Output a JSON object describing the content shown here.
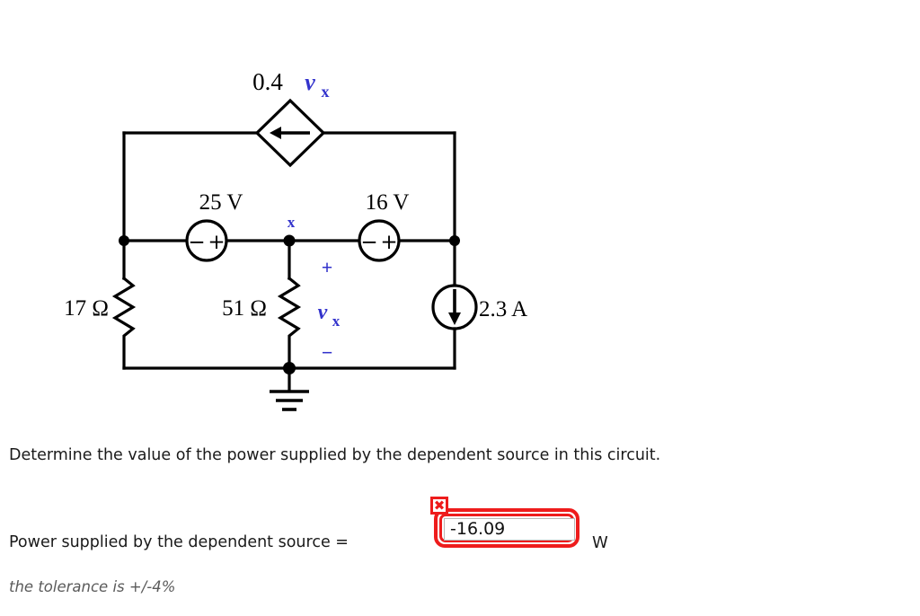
{
  "circuit": {
    "dependent_source": {
      "label_coef": "0.4",
      "label_var": "v",
      "label_sub": "x",
      "arrow_direction": "left"
    },
    "voltage_sources": [
      {
        "name": "left-voltage-source",
        "label": "25  V",
        "polarity_left": "−",
        "polarity_right": "+"
      },
      {
        "name": "right-voltage-source",
        "label": "16  V",
        "polarity_left": "−",
        "polarity_right": "+"
      }
    ],
    "resistors": [
      {
        "name": "left-resistor",
        "label": "17 Ω"
      },
      {
        "name": "middle-resistor",
        "label": "51 Ω"
      }
    ],
    "current_source": {
      "label": "2.3 A",
      "arrow_direction": "down"
    },
    "node_label": "x",
    "vx_plus": "+",
    "vx_minus": "−",
    "vx_var": "v",
    "vx_sub": "x",
    "ground": "ground-symbol",
    "colors": {
      "wire": "#000000",
      "annotation_blue": "#3333cc",
      "error_red": "#ee1c1c"
    }
  },
  "question": {
    "prompt": "Determine the value of the power supplied by the dependent source in this circuit.",
    "answer_label": "Power supplied by the dependent source =",
    "answer_value": "-16.09",
    "answer_placeholder": "",
    "unit": "W",
    "error_badge": "✖",
    "tolerance": "the tolerance is +/-4%"
  }
}
